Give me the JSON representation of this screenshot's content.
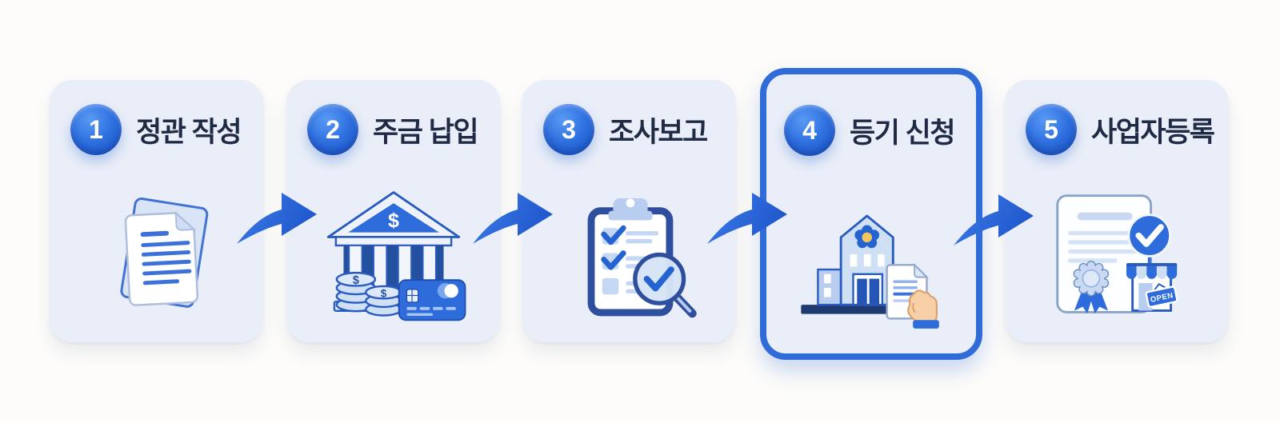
{
  "diagram": {
    "name": "company-registration-process",
    "background": "#fdfcfa",
    "colors": {
      "card_bg": "#e9eef8",
      "accent_blue": "#2f6cdb",
      "dark_navy": "#23509f",
      "title_text": "#1f2a45",
      "highlight_border": "#2f6cd8",
      "light_blue_fill": "#c9d9f2",
      "emblem_yellow": "#f2c85e",
      "hand_skin": "#f8d0a8"
    }
  },
  "steps": [
    {
      "number": "1",
      "title": "정관 작성",
      "icon": "documents-icon",
      "active": false
    },
    {
      "number": "2",
      "title": "주금 납입",
      "icon": "bank-money-icon",
      "active": false
    },
    {
      "number": "3",
      "title": "조사보고",
      "icon": "clipboard-check-magnifier-icon",
      "active": false
    },
    {
      "number": "4",
      "title": "등기 신청",
      "icon": "government-building-document-icon",
      "active": true
    },
    {
      "number": "5",
      "title": "사업자등록",
      "icon": "certificate-store-icon",
      "active": false
    }
  ],
  "icon_labels": {
    "bank_dollar": "$",
    "coin_dollar_1": "$",
    "coin_dollar_2": "$",
    "open_sign": "OPEN"
  }
}
